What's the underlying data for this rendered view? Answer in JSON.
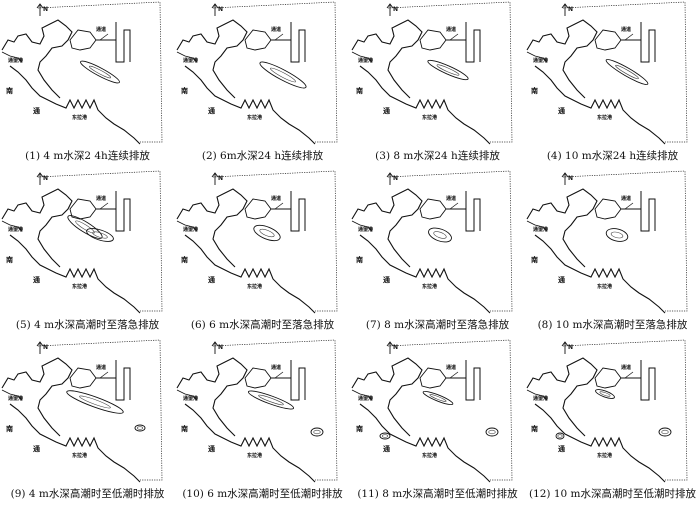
{
  "labels": {
    "north": "N",
    "channel": "通道",
    "west_port": "通望港",
    "nan": "南",
    "tong": "通",
    "east_port": "东拉港"
  },
  "panels": [
    {
      "caption": "(1) 4 m水深2 4h连续排放"
    },
    {
      "caption": "(2) 6m水深24 h连续排放"
    },
    {
      "caption": "(3) 8 m水深24 h连续排放"
    },
    {
      "caption": "(4) 10 m水深24 h连续排放"
    },
    {
      "caption": "(5) 4 m水深高潮时至落急排放"
    },
    {
      "caption": "(6) 6 m水深高潮时至落急排放"
    },
    {
      "caption": "(7) 8 m水深高潮时至落急排放"
    },
    {
      "caption": "(8) 10 m水深高潮时至落急排放"
    },
    {
      "caption": "(9) 4 m水深高潮时至低潮时排放"
    },
    {
      "caption": "(10) 6 m水深高潮时至低潮时排放"
    },
    {
      "caption": "(11) 8 m水深高潮时至低潮时排放"
    },
    {
      "caption": "(12) 10 m水深高潮时至低潮时排放"
    }
  ]
}
